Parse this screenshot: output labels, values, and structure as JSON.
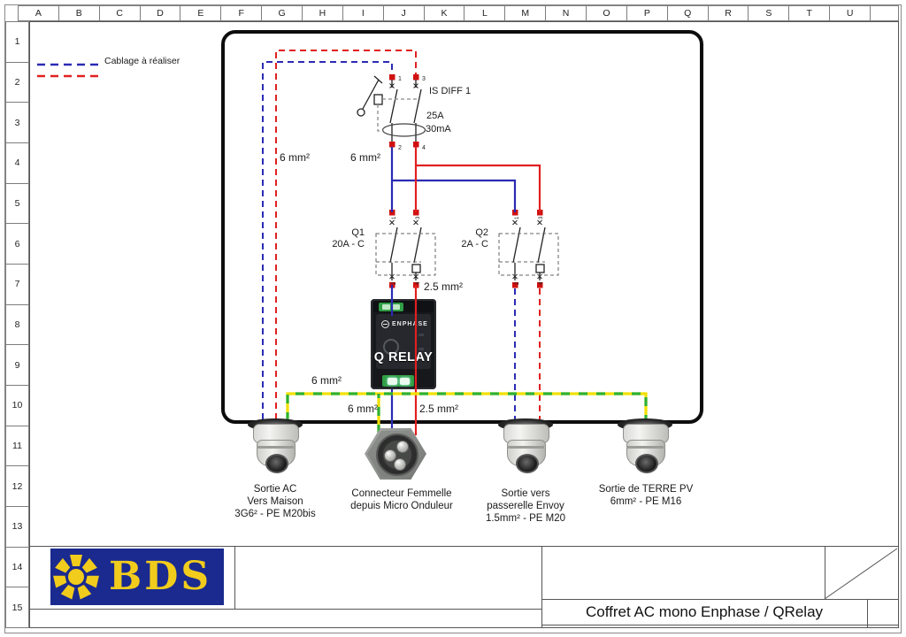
{
  "sheet": {
    "columns": [
      "A",
      "B",
      "C",
      "D",
      "E",
      "F",
      "G",
      "H",
      "I",
      "J",
      "K",
      "L",
      "M",
      "N",
      "O",
      "P",
      "Q",
      "R",
      "S",
      "T",
      "U"
    ],
    "rows": [
      "1",
      "2",
      "3",
      "4",
      "5",
      "6",
      "7",
      "8",
      "9",
      "10",
      "11",
      "12",
      "13",
      "14",
      "15"
    ]
  },
  "legend": {
    "to_wire_label": "Cablage à réaliser"
  },
  "devices": {
    "rcd": {
      "name": "IS DIFF 1",
      "current": "25A",
      "sensitivity": "30mA",
      "terminals": {
        "t1": "1",
        "t2": "2",
        "t3": "3",
        "t4": "4"
      }
    },
    "q1": {
      "name": "Q1",
      "rating": "20A - C",
      "terminals": {
        "t1": "1",
        "t2": "2",
        "t3": "3",
        "t4": "4"
      }
    },
    "q2": {
      "name": "Q2",
      "rating": "2A - C",
      "terminals": {
        "t1": "1",
        "t2": "2",
        "t3": "3",
        "t4": "4"
      }
    },
    "qrelay": {
      "brand": "ENPHASE",
      "label": "Q RELAY"
    }
  },
  "wire_labels": {
    "house_feed": "6 mm²",
    "rcd_to_q1": "6 mm²",
    "q1_to_qrelay": "2.5 mm²",
    "earth_main": "6 mm²",
    "earth_connector": "6 mm²",
    "qrelay_out": "2.5 mm²"
  },
  "outlets": {
    "ac_out": {
      "lines": [
        "Sortie AC",
        "Vers Maison",
        "3G6² - PE M20bis"
      ]
    },
    "micro_connector": {
      "lines": [
        "Connecteur Femmelle",
        "depuis Micro Onduleur"
      ]
    },
    "envoy_out": {
      "lines": [
        "Sortie vers",
        "passerelle Envoy",
        "1.5mm² - PE M20"
      ]
    },
    "earth_out": {
      "lines": [
        "Sortie de TERRE PV",
        "6mm² - PE M16"
      ]
    }
  },
  "title_block": {
    "logo": "BDS",
    "title": "Coffret AC mono Enphase / QRelay"
  },
  "colors": {
    "wire_blue": "#2b2bb4",
    "wire_red": "#e02020",
    "earth_green": "#2eb135",
    "earth_yellow": "#f2e000",
    "node_red": "#d11010",
    "logo_navy": "#1b2a8e",
    "logo_yellow": "#f2cc1c"
  }
}
